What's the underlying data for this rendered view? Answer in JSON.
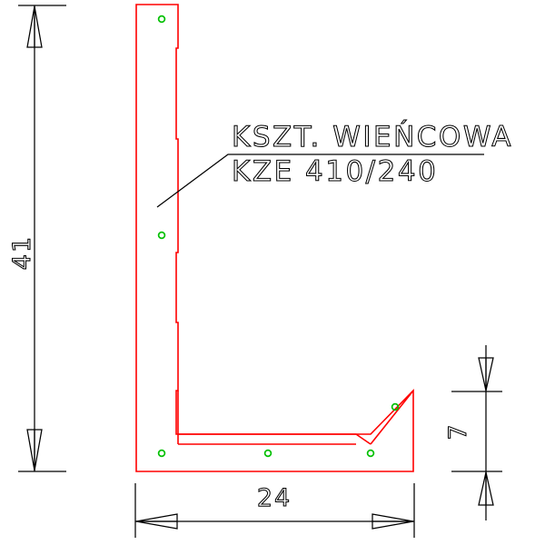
{
  "drawing": {
    "title_label": "KSZT. WIEŃCOWA",
    "designation_label": "KZE 410/240",
    "background_color": "#ffffff",
    "profile_color": "#ff0000",
    "hole_color": "#00c000",
    "annotation_color": "#000000"
  },
  "dimensions": {
    "height_label": "41",
    "width_label": "24",
    "thickness_label": "7"
  },
  "holes": {
    "hole_1_label": "bolt-hole-top-left",
    "hole_2_label": "bolt-hole-mid-left",
    "hole_3_label": "bolt-hole-bottom-left",
    "hole_4_label": "bolt-hole-bottom-center",
    "hole_5_label": "bolt-hole-bottom-right",
    "hole_6_label": "bolt-hole-upper-right"
  }
}
